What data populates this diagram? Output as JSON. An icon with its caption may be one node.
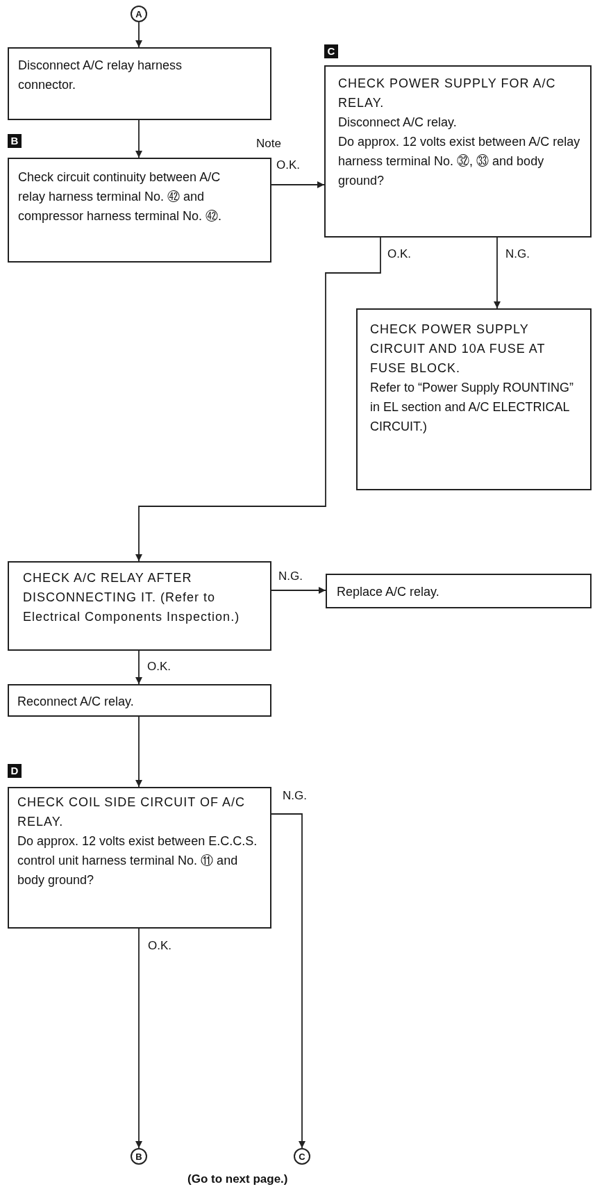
{
  "diagram": {
    "nodes": [
      {
        "text": [
          "A"
        ]
      },
      {
        "text": [
          "Disconnect A/C relay harness connector."
        ]
      },
      {
        "text": [
          "B",
          "Check circuit continuity between A/C relay harness terminal No. ㊷ and compressor harness terminal No. ㊷."
        ],
        "beside": [
          "Note"
        ]
      },
      {
        "text": [
          "C",
          "CHECK POWER SUPPLY FOR A/C RELAY.",
          "Disconnect A/C relay.",
          "Do approx. 12 volts exist between A/C relay harness terminal No. ㉜, ㉝ and body ground?"
        ]
      },
      {
        "text": [
          "CHECK POWER SUPPLY CIRCUIT AND 10A FUSE AT FUSE BLOCK.",
          "Refer to “Power Supply ROUNTING” in EL section and A/C ELECTRICAL CIRCUIT.)"
        ]
      },
      {
        "text": [
          "CHECK A/C RELAY AFTER DISCONNECTING IT. (Refer to Electrical Components Inspection.)"
        ]
      },
      {
        "text": [
          "Replace A/C relay."
        ]
      },
      {
        "text": [
          "Reconnect A/C relay."
        ]
      },
      {
        "text": [
          "D",
          "CHECK COIL SIDE CIRCUIT OF A/C RELAY.",
          "Do approx. 12 volts exist between E.C.C.S. control unit harness terminal No. ⑪ and body ground?"
        ]
      },
      {
        "text": [
          "B"
        ]
      },
      {
        "text": [
          "C"
        ]
      }
    ],
    "edges": [
      {
        "from": 0,
        "to": 1,
        "arrow": "to"
      },
      {
        "from": 1,
        "to": 2,
        "arrow": "to"
      },
      {
        "from": 2,
        "to": 3,
        "arrow": "to",
        "label": "O.K."
      },
      {
        "from": 3,
        "to": 4,
        "arrow": "to",
        "label": "N.G."
      },
      {
        "from": 3,
        "to": 5,
        "arrow": "to",
        "label": "O.K."
      },
      {
        "from": 5,
        "to": 6,
        "arrow": "to",
        "label": "N.G."
      },
      {
        "from": 5,
        "to": 7,
        "arrow": "to",
        "label": "O.K."
      },
      {
        "from": 7,
        "to": 8,
        "arrow": "to"
      },
      {
        "from": 8,
        "to": 9,
        "arrow": "to",
        "label": "O.K."
      },
      {
        "from": 8,
        "to": 10,
        "arrow": "to",
        "label": "N.G."
      }
    ],
    "labels": [
      "(Go to next page.)"
    ]
  }
}
